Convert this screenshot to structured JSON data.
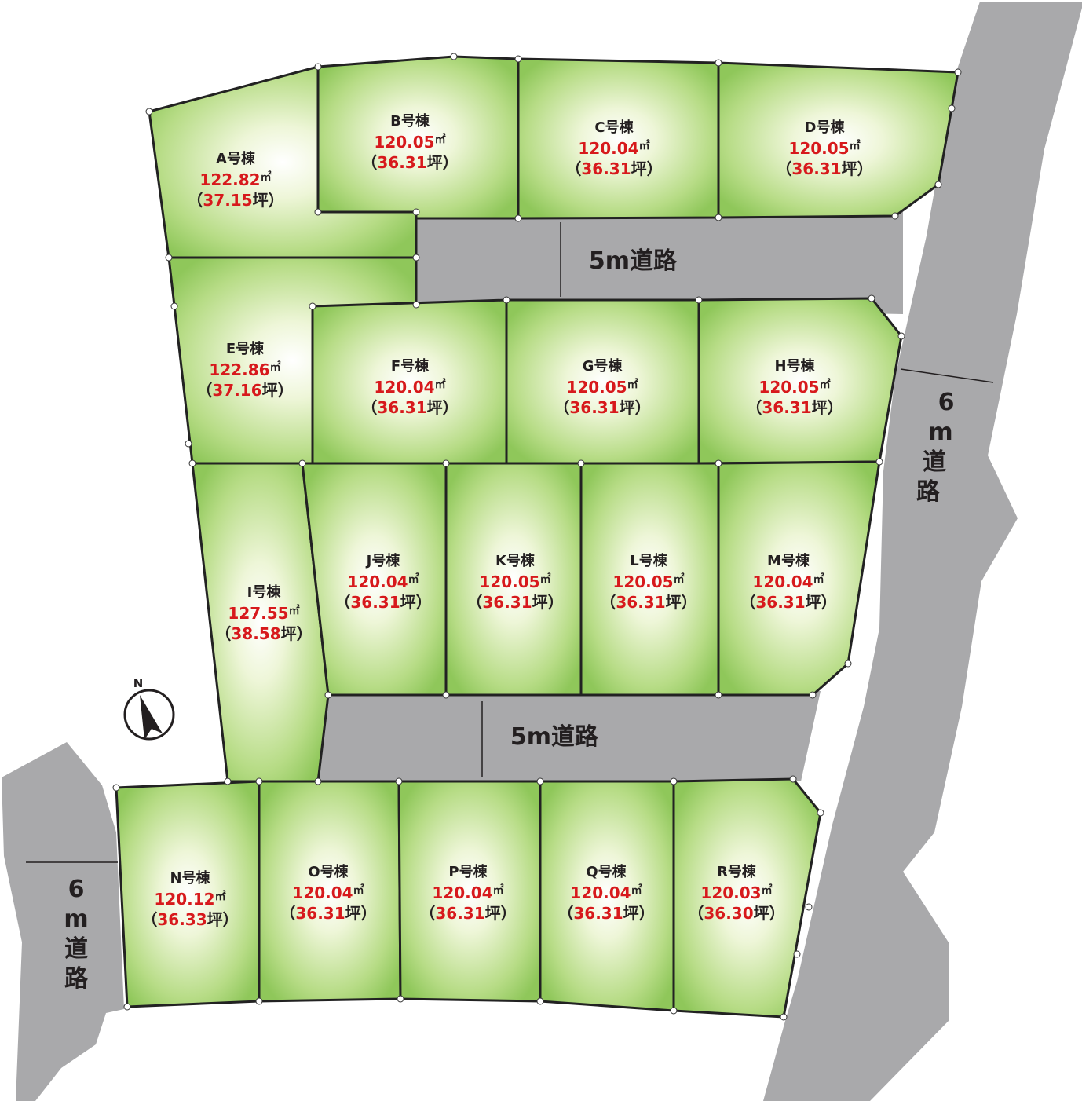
{
  "roads": {
    "road_5m_upper": "5m道路",
    "road_5m_lower": "5m道路",
    "road_6m_right": [
      "6",
      "m",
      "道",
      "路"
    ],
    "road_6m_left": [
      "6",
      "m",
      "道",
      "路"
    ]
  },
  "compass": {
    "label": "N"
  },
  "units": {
    "sqm": "㎡",
    "tsubo": "坪",
    "open": "（",
    "close": "）"
  },
  "lots": [
    {
      "id": "A",
      "name": "A号棟",
      "area": "122.82",
      "tsubo": "37.15"
    },
    {
      "id": "B",
      "name": "B号棟",
      "area": "120.05",
      "tsubo": "36.31"
    },
    {
      "id": "C",
      "name": "C号棟",
      "area": "120.04",
      "tsubo": "36.31"
    },
    {
      "id": "D",
      "name": "D号棟",
      "area": "120.05",
      "tsubo": "36.31"
    },
    {
      "id": "E",
      "name": "E号棟",
      "area": "122.86",
      "tsubo": "37.16"
    },
    {
      "id": "F",
      "name": "F号棟",
      "area": "120.04",
      "tsubo": "36.31"
    },
    {
      "id": "G",
      "name": "G号棟",
      "area": "120.05",
      "tsubo": "36.31"
    },
    {
      "id": "H",
      "name": "H号棟",
      "area": "120.05",
      "tsubo": "36.31"
    },
    {
      "id": "I",
      "name": "I号棟",
      "area": "127.55",
      "tsubo": "38.58"
    },
    {
      "id": "J",
      "name": "J号棟",
      "area": "120.04",
      "tsubo": "36.31"
    },
    {
      "id": "K",
      "name": "K号棟",
      "area": "120.05",
      "tsubo": "36.31"
    },
    {
      "id": "L",
      "name": "L号棟",
      "area": "120.05",
      "tsubo": "36.31"
    },
    {
      "id": "M",
      "name": "M号棟",
      "area": "120.04",
      "tsubo": "36.31"
    },
    {
      "id": "N",
      "name": "N号棟",
      "area": "120.12",
      "tsubo": "36.33"
    },
    {
      "id": "O",
      "name": "O号棟",
      "area": "120.04",
      "tsubo": "36.31"
    },
    {
      "id": "P",
      "name": "P号棟",
      "area": "120.04",
      "tsubo": "36.31"
    },
    {
      "id": "Q",
      "name": "Q号棟",
      "area": "120.04",
      "tsubo": "36.31"
    },
    {
      "id": "R",
      "name": "R号棟",
      "area": "120.03",
      "tsubo": "36.30"
    }
  ]
}
